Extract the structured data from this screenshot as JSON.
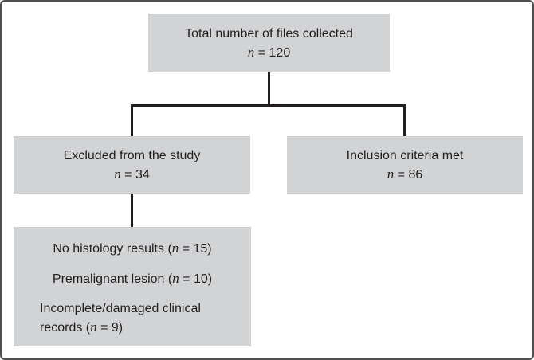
{
  "figure": {
    "colors": {
      "box_fill": "#d1d3d4",
      "line": "#231f20",
      "text": "#231f20",
      "border": "#4f4f51",
      "background": "#ffffff"
    }
  },
  "boxes": {
    "total": {
      "label": "Total number of files collected",
      "n_symbol": "n",
      "n_rest": " = 120"
    },
    "excluded": {
      "label": "Excluded from the study",
      "n_symbol": "n",
      "n_rest": " = 34"
    },
    "included": {
      "label": "Inclusion criteria met",
      "n_symbol": "n",
      "n_rest": " = 86"
    },
    "exclusion_reasons": {
      "items": [
        {
          "before": "No histology results (",
          "n_symbol": "n",
          "after": " = 15)"
        },
        {
          "before": "Premalignant lesion (",
          "n_symbol": "n",
          "after": " = 10)"
        },
        {
          "before": "Incomplete/damaged clinical records (",
          "n_symbol": "n",
          "after": " = 9)"
        }
      ]
    }
  }
}
